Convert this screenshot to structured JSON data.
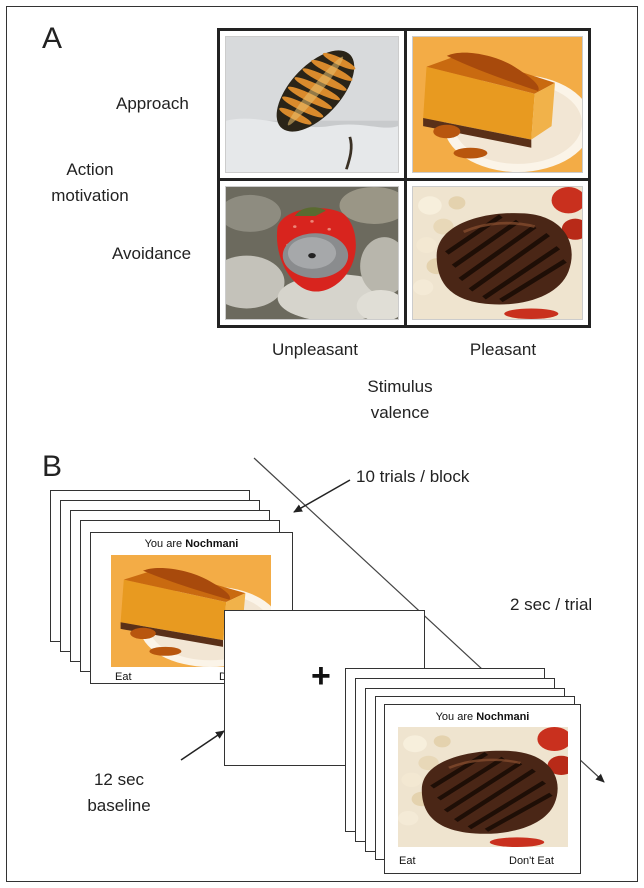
{
  "panel_a": {
    "letter": "A",
    "row_labels": [
      "Approach",
      "Avoidance"
    ],
    "y_axis_label_line1": "Action",
    "y_axis_label_line2": "motivation",
    "column_labels": [
      "Unpleasant",
      "Pleasant"
    ],
    "x_axis_label_line1": "Stimulus",
    "x_axis_label_line2": "valence",
    "images": [
      {
        "row": "Approach",
        "column": "Unpleasant",
        "icon": "insect-larva-image"
      },
      {
        "row": "Approach",
        "column": "Pleasant",
        "icon": "cheesecake-image"
      },
      {
        "row": "Avoidance",
        "column": "Unpleasant",
        "icon": "moldy-strawberry-image"
      },
      {
        "row": "Avoidance",
        "column": "Pleasant",
        "icon": "grilled-steak-image"
      }
    ]
  },
  "panel_b": {
    "letter": "B",
    "trials_label": "10 trials / block",
    "trial_duration_label": "2 sec / trial",
    "baseline_line1": "12 sec",
    "baseline_line2": "baseline",
    "fixation": "+",
    "card_left": {
      "prompt_prefix": "You are ",
      "prompt_bold": "Nochmani",
      "left_response": "Eat",
      "right_response": "Do",
      "icon": "cheesecake-image"
    },
    "card_right": {
      "prompt_prefix": "You are ",
      "prompt_bold": "Nochmani",
      "left_response": "Eat",
      "right_response": "Don't Eat",
      "icon": "grilled-steak-image"
    }
  },
  "colors": {
    "cake_orange": "#e8901c",
    "caramel": "#b4530c",
    "steak_brown": "#4a2616",
    "strawberry_red": "#d8241e",
    "mold_gray": "#8a8c8e",
    "border": "#222222"
  }
}
